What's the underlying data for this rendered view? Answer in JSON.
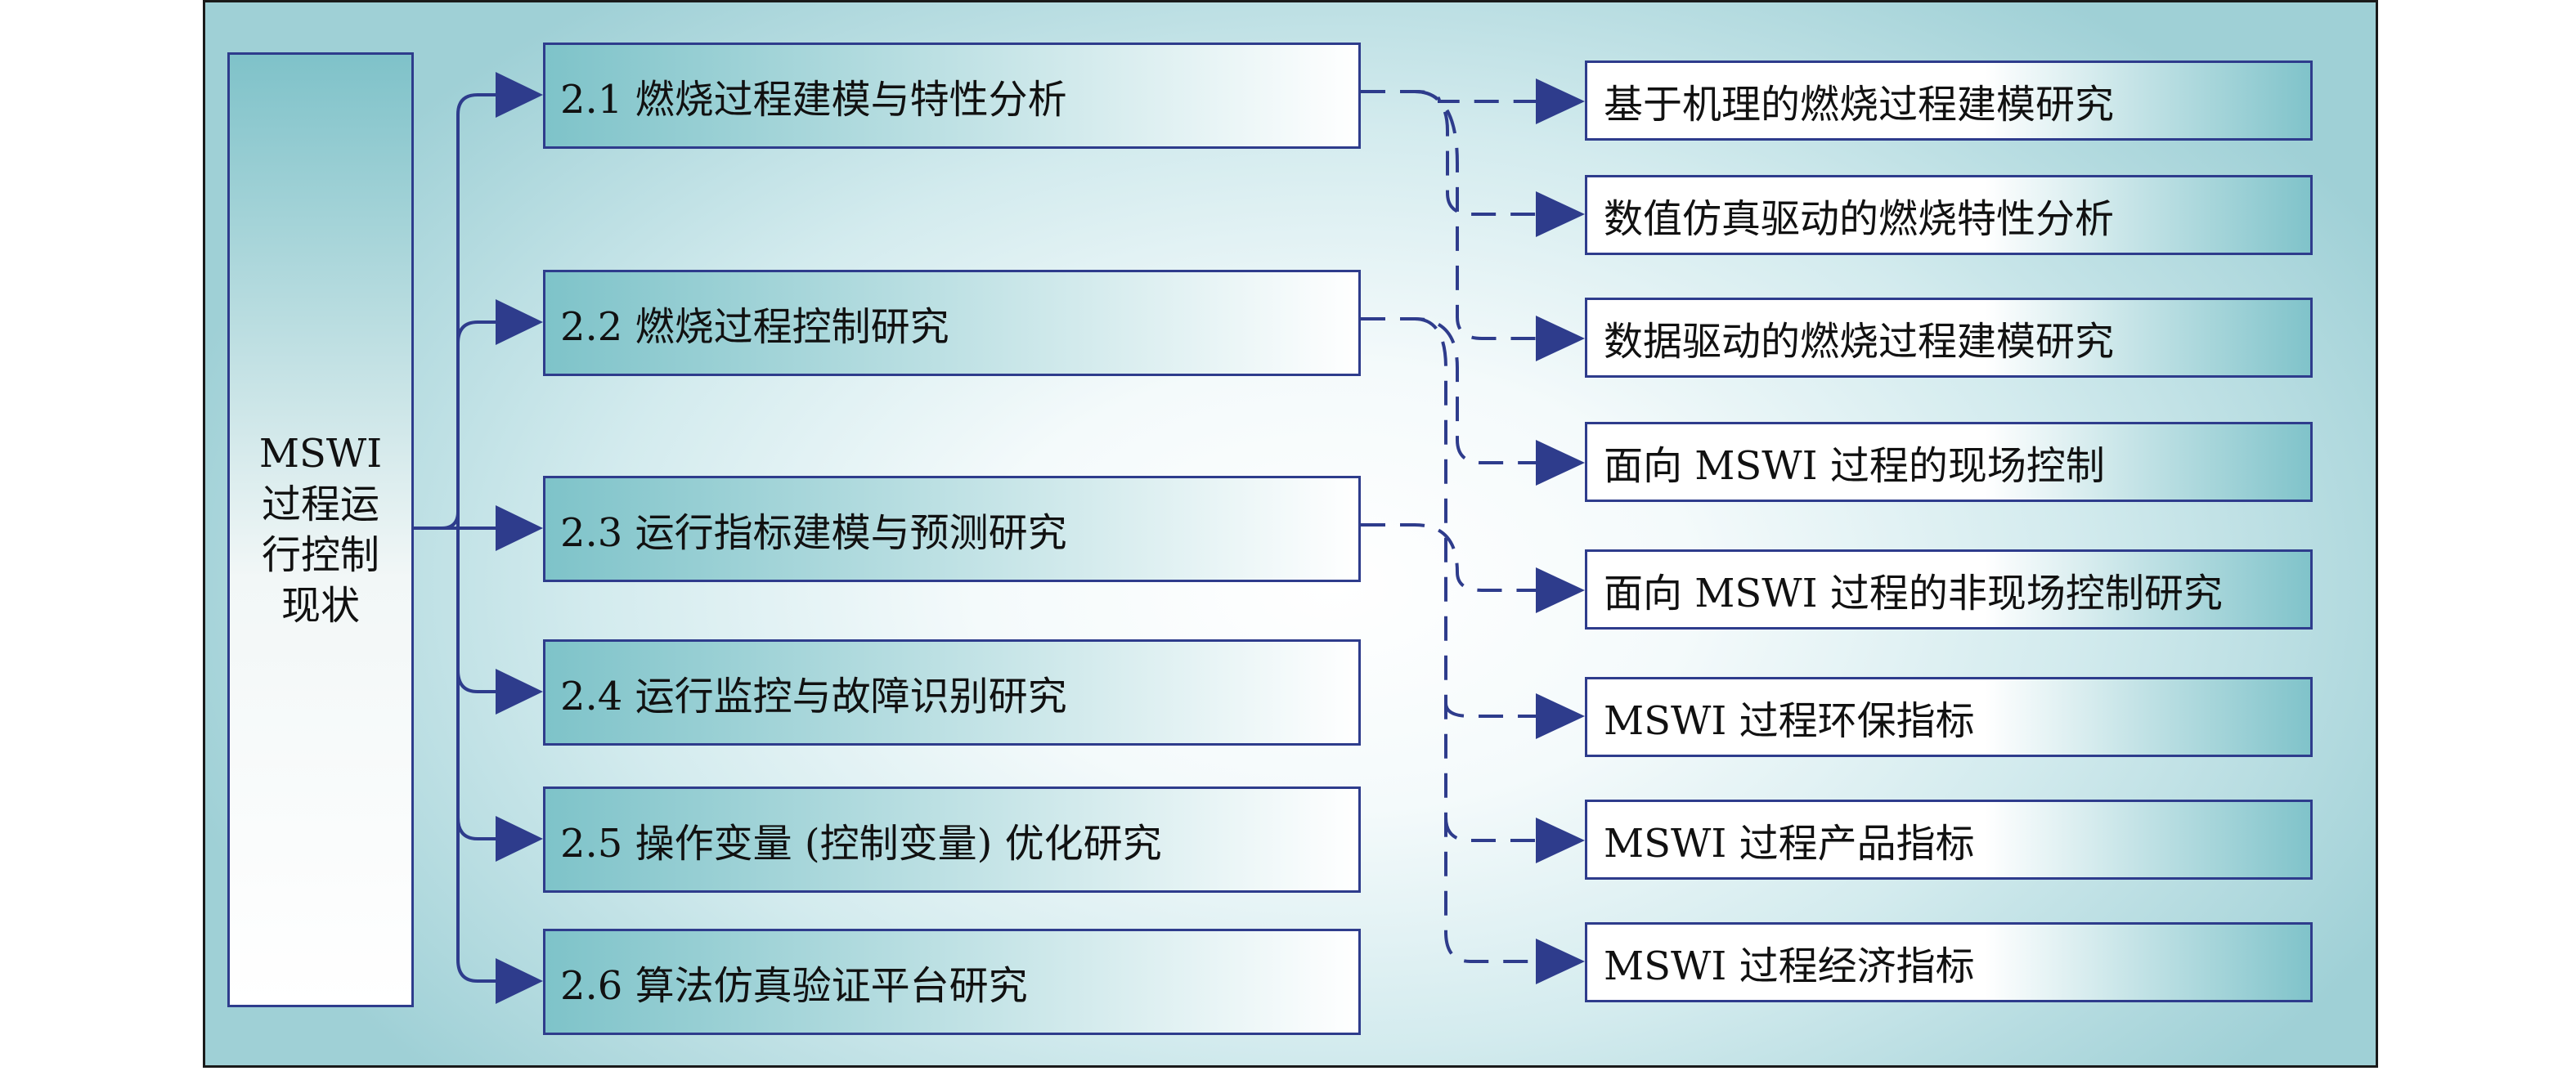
{
  "root": {
    "label": "MSWI 过程运行控制现状"
  },
  "sections": [
    {
      "label": "2.1 燃烧过程建模与特性分析"
    },
    {
      "label": "2.2 燃烧过程控制研究"
    },
    {
      "label": "2.3 运行指标建模与预测研究"
    },
    {
      "label": "2.4 运行监控与故障识别研究"
    },
    {
      "label": "2.5 操作变量 (控制变量) 优化研究"
    },
    {
      "label": "2.6 算法仿真验证平台研究"
    }
  ],
  "leaves": [
    {
      "label": "基于机理的燃烧过程建模研究"
    },
    {
      "label": "数值仿真驱动的燃烧特性分析"
    },
    {
      "label": "数据驱动的燃烧过程建模研究"
    },
    {
      "label": "面向 MSWI 过程的现场控制"
    },
    {
      "label": "面向 MSWI 过程的非现场控制研究"
    },
    {
      "label": "MSWI 过程环保指标"
    },
    {
      "label": "MSWI 过程产品指标"
    },
    {
      "label": "MSWI 过程经济指标"
    }
  ],
  "colors": {
    "line": "#2e3c8c",
    "arrow": "#2e3c8c",
    "frame_bg": "#9fd0d6"
  }
}
